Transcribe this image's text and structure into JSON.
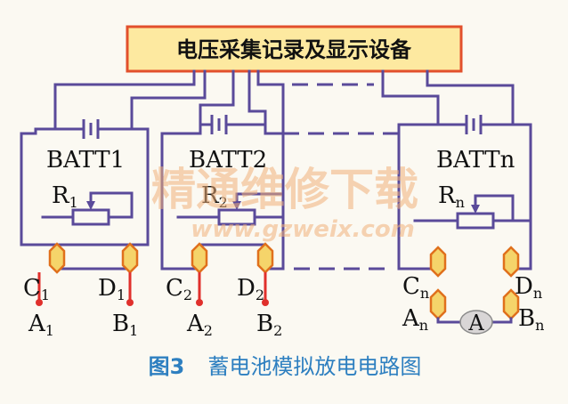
{
  "device": {
    "label": "电压采集记录及显示设备"
  },
  "batteries": [
    {
      "name": "BATT1",
      "resistor": "R",
      "resistor_sub": "1",
      "c": "C",
      "c_sub": "1",
      "d": "D",
      "d_sub": "1",
      "a": "A",
      "a_sub": "1",
      "b": "B",
      "b_sub": "1"
    },
    {
      "name": "BATT2",
      "resistor": "R",
      "resistor_sub": "2",
      "c": "C",
      "c_sub": "2",
      "d": "D",
      "d_sub": "2",
      "a": "A",
      "a_sub": "2",
      "b": "B",
      "b_sub": "2"
    },
    {
      "name": "BATTn",
      "resistor": "R",
      "resistor_sub": "n",
      "c": "C",
      "c_sub": "n",
      "d": "D",
      "d_sub": "n",
      "a": "A",
      "a_sub": "n",
      "b": "B",
      "b_sub": "n"
    }
  ],
  "ammeter": {
    "label": "A"
  },
  "watermark": {
    "line1": "精通维修下载",
    "line2": "www.gzweix.com"
  },
  "caption": {
    "figure_no": "图3",
    "title": "蓄电池模拟放电电路图"
  },
  "colors": {
    "wire": "#5a4a9a",
    "box_fill": "#fde9a0",
    "box_border": "#e2502c",
    "terminal_fill": "#f5d46a",
    "terminal_stroke": "#e0701c",
    "probe": "#e0302c",
    "caption": "#2d7fc0",
    "watermark": "#f0b07a"
  }
}
